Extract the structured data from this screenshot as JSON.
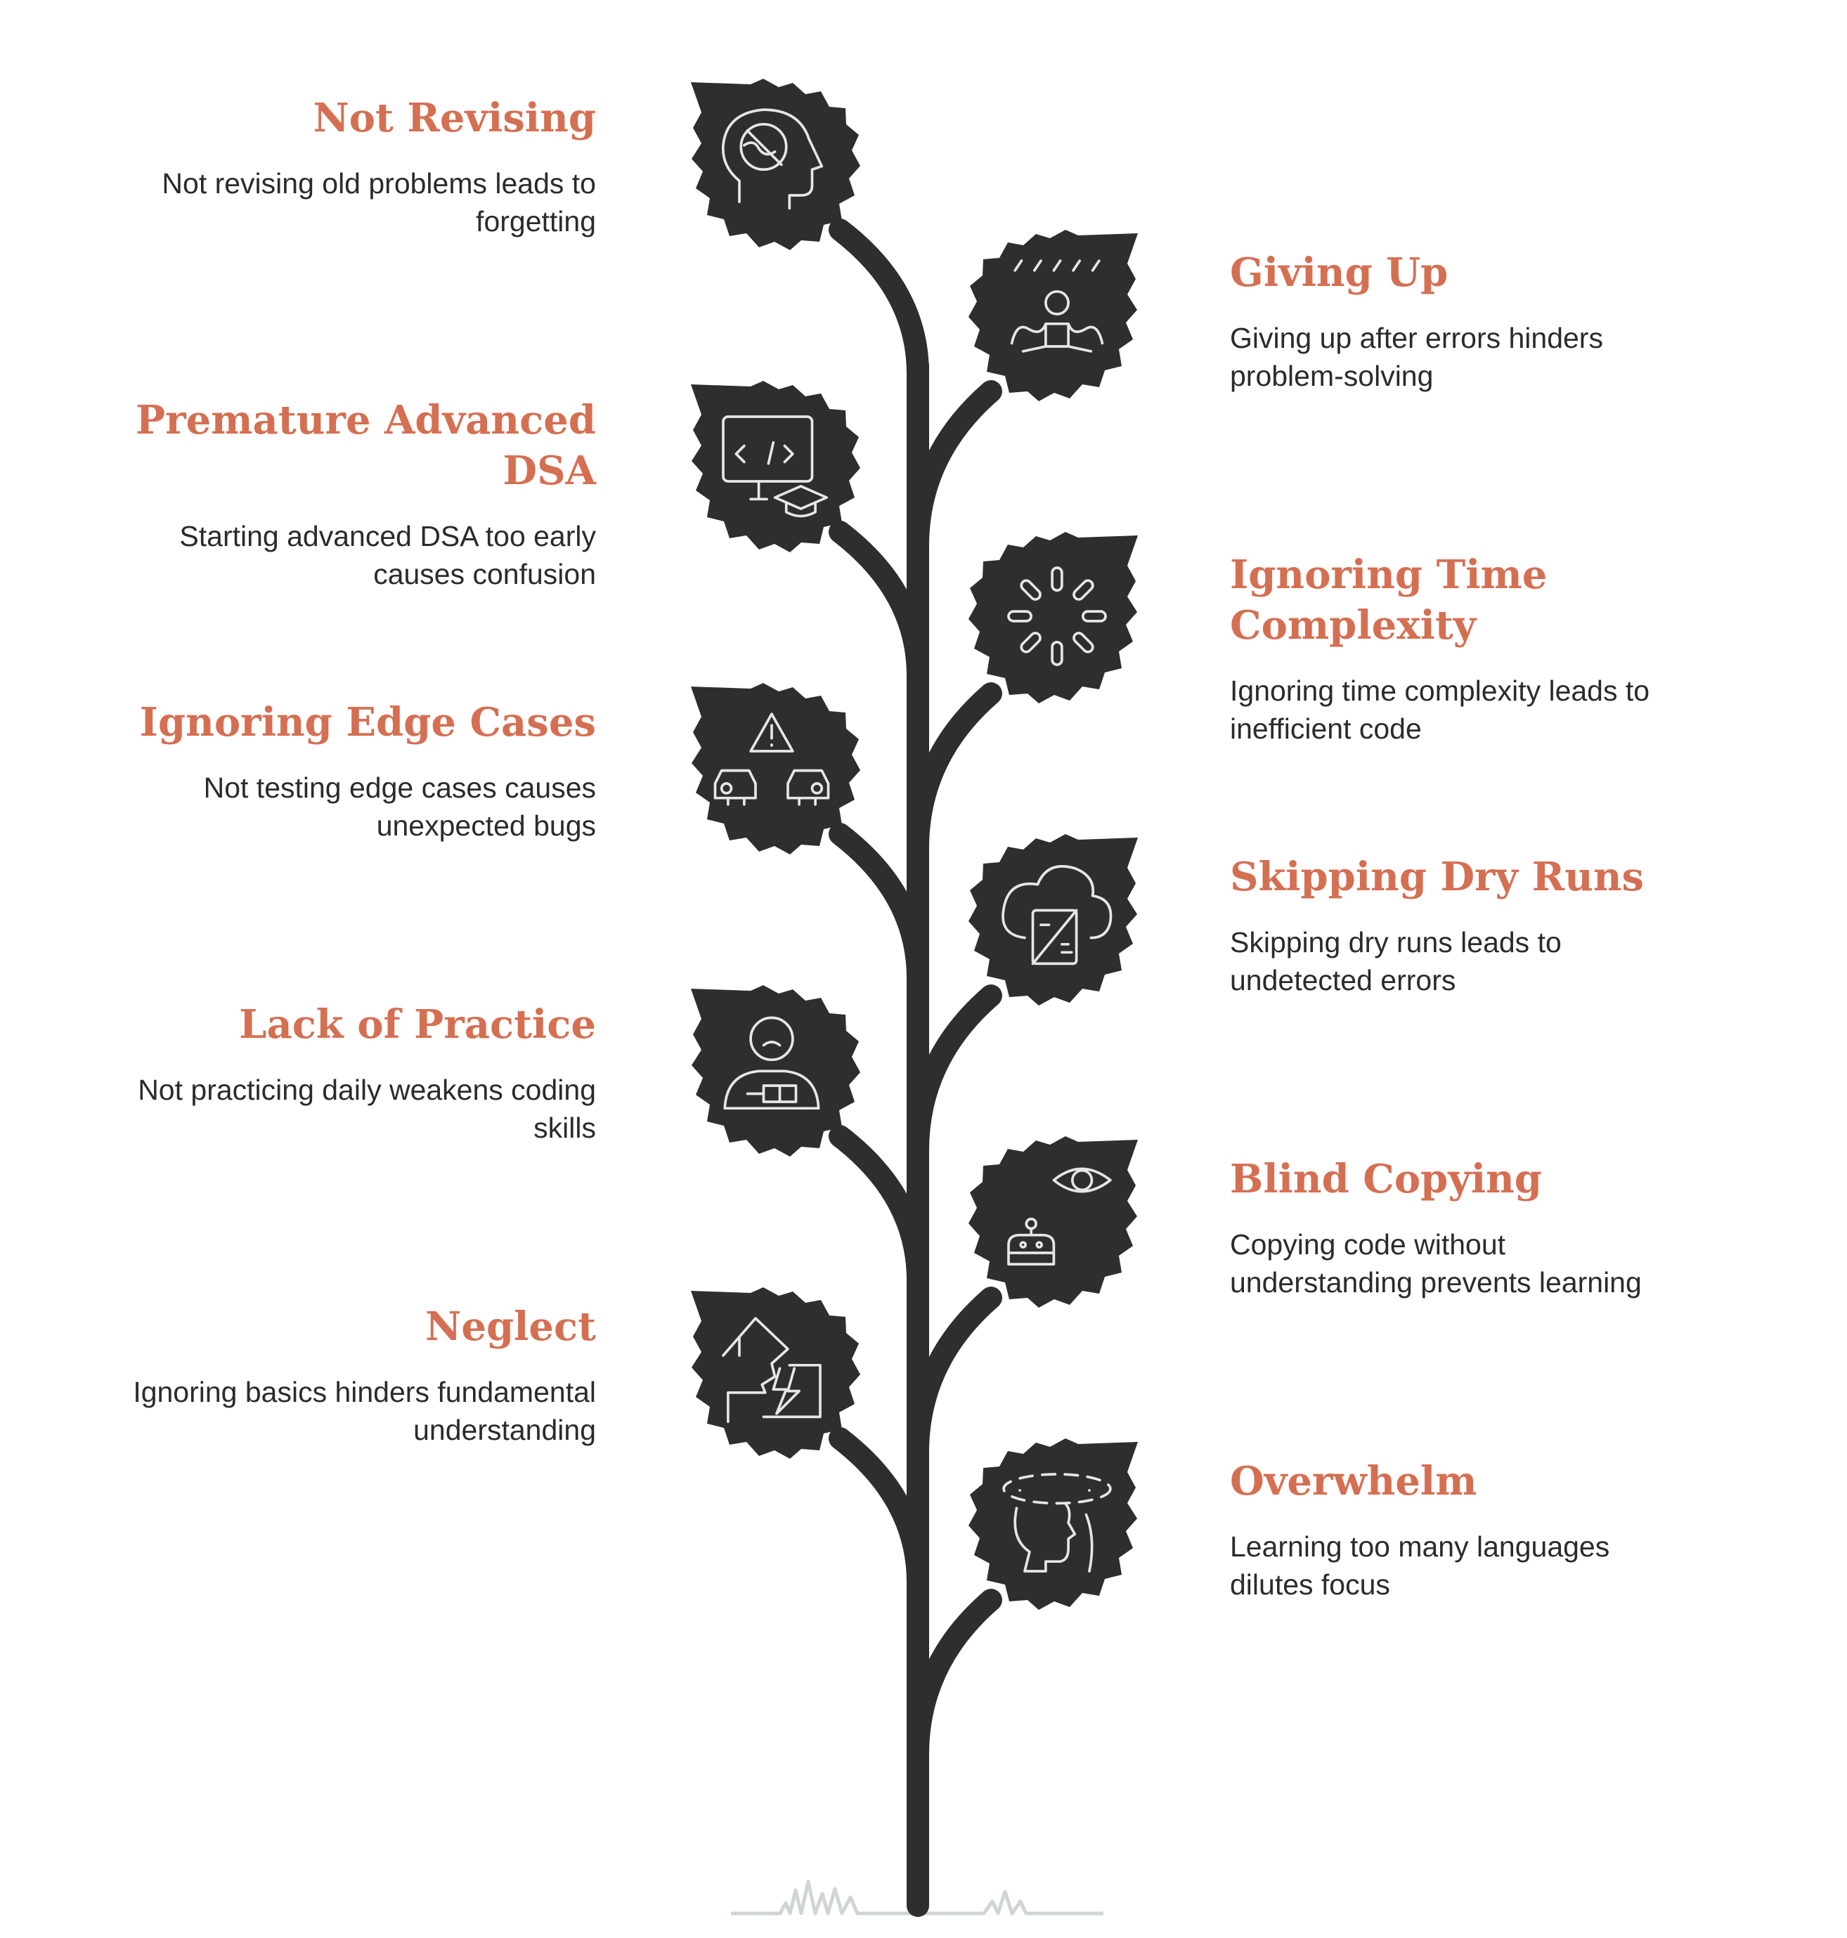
{
  "colors": {
    "accent": "#d56f52",
    "leaf": "#2e2e30",
    "stem": "#2e2e30",
    "icon_stroke": "#e6e6e6",
    "ground": "#cfd4d4",
    "text": "#2b2b2d"
  },
  "items": [
    {
      "side": "left",
      "title": "Not Revising",
      "desc": "Not revising old problems leads to forgetting",
      "icon": "brain-cross-icon"
    },
    {
      "side": "right",
      "title": "Giving Up",
      "desc": "Giving up after errors hinders problem-solving",
      "icon": "stressed-person-icon"
    },
    {
      "side": "left",
      "title": "Premature Advanced DSA",
      "desc": "Starting advanced DSA too early causes confusion",
      "icon": "code-monitor-graduation-icon"
    },
    {
      "side": "right",
      "title": "Ignoring Time Complexity",
      "desc": "Ignoring time complexity leads to inefficient code",
      "icon": "loading-spinner-icon"
    },
    {
      "side": "left",
      "title": "Ignoring Edge Cases",
      "desc": "Not testing edge cases causes unexpected bugs",
      "icon": "warning-cars-icon"
    },
    {
      "side": "right",
      "title": "Skipping Dry Runs",
      "desc": "Skipping dry runs leads to undetected errors",
      "icon": "cloud-crossed-icon"
    },
    {
      "side": "left",
      "title": "Lack of Practice",
      "desc": "Not practicing daily weakens coding skills",
      "icon": "sad-person-desk-icon"
    },
    {
      "side": "right",
      "title": "Blind Copying",
      "desc": "Copying code without understanding prevents learning",
      "icon": "robot-eye-icon"
    },
    {
      "side": "left",
      "title": "Neglect",
      "desc": "Ignoring basics hinders fundamental understanding",
      "icon": "broken-house-icon"
    },
    {
      "side": "right",
      "title": "Overwhelm",
      "desc": "Learning too many languages dilutes focus",
      "icon": "dizzy-head-icon"
    }
  ]
}
